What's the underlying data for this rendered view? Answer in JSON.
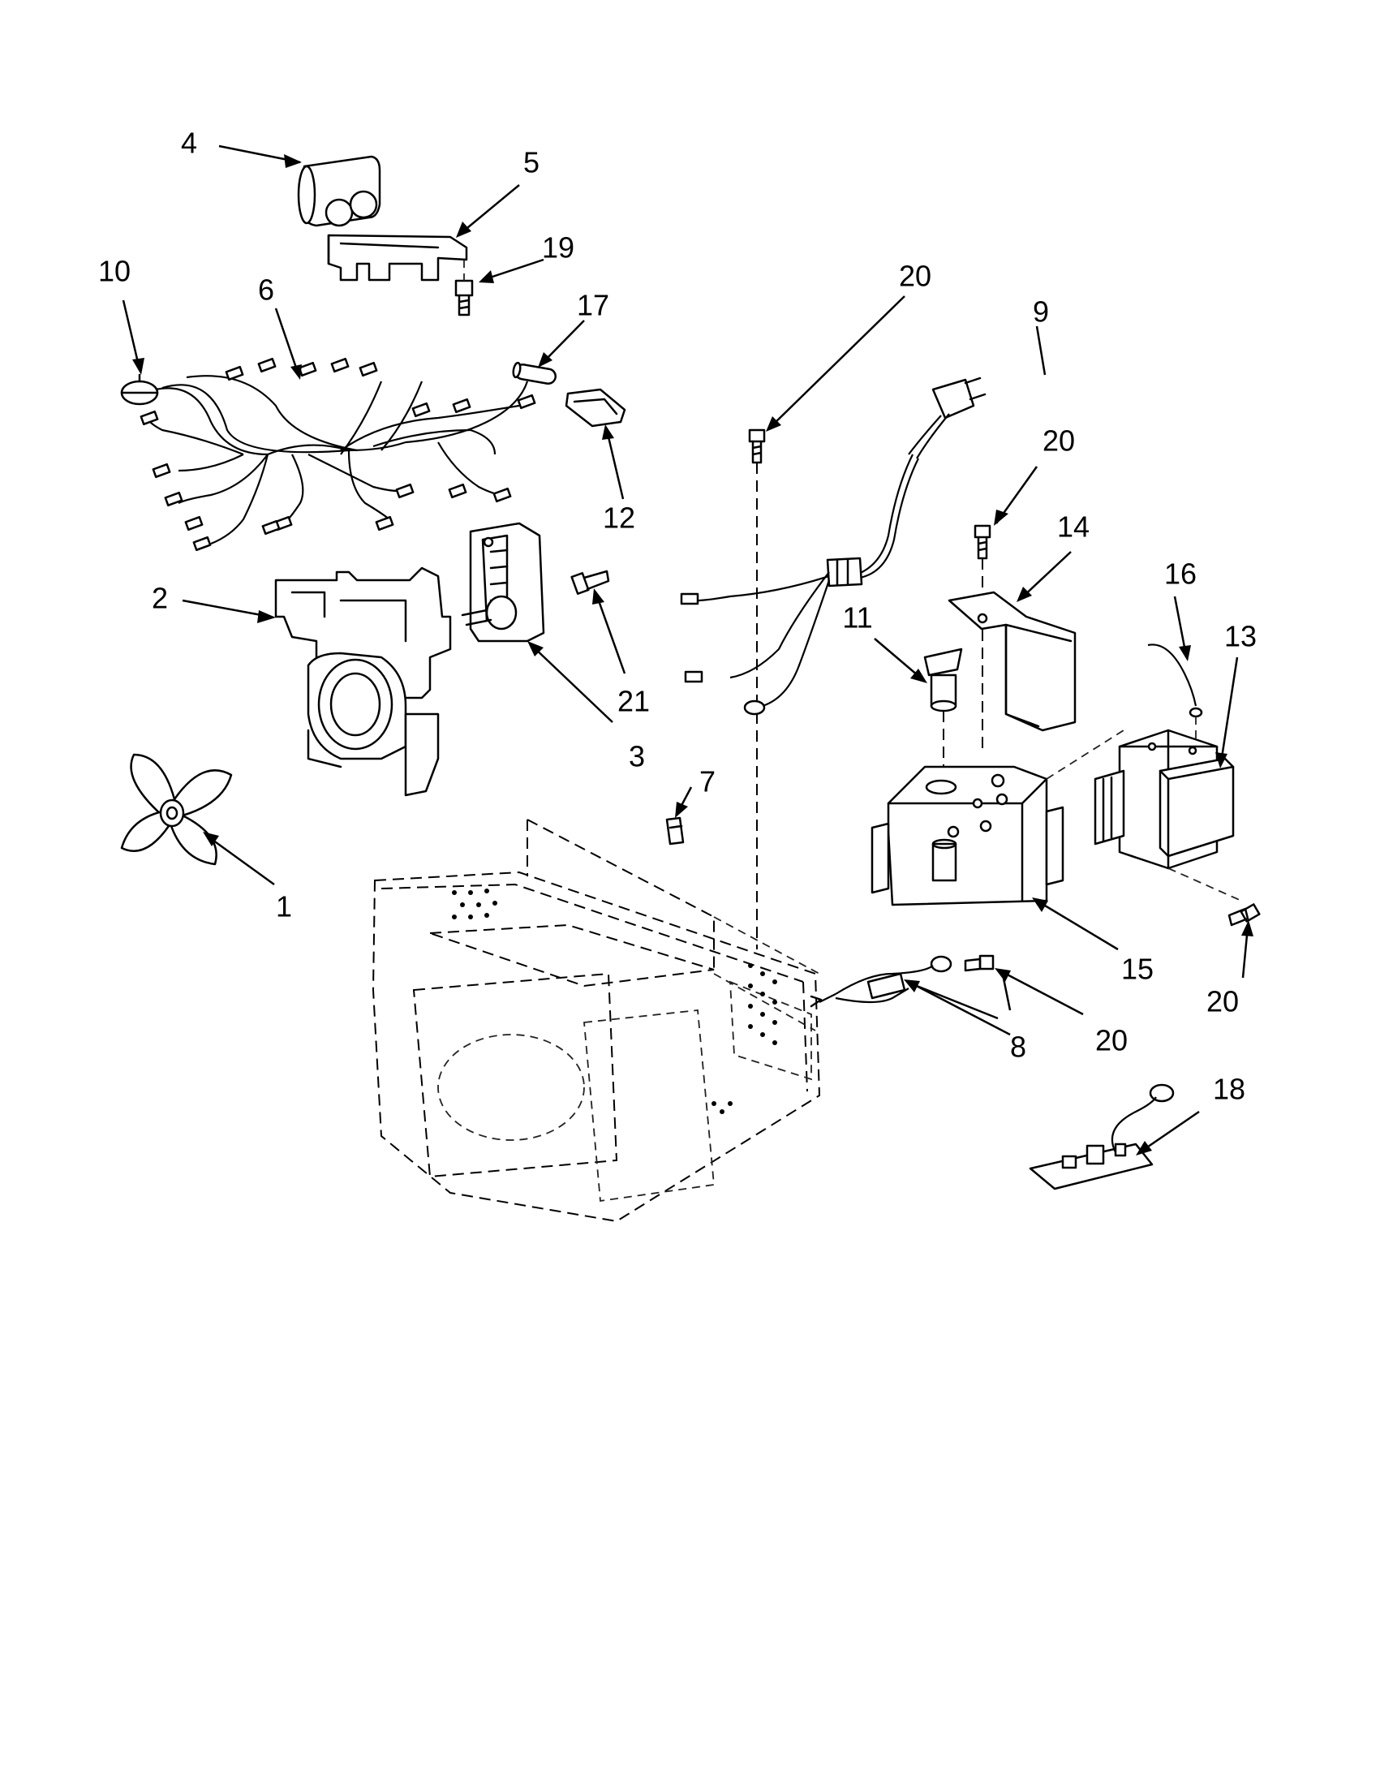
{
  "diagram": {
    "callouts": [
      {
        "id": "c4",
        "text": "4"
      },
      {
        "id": "c5",
        "text": "5"
      },
      {
        "id": "c19",
        "text": "19"
      },
      {
        "id": "c10",
        "text": "10"
      },
      {
        "id": "c6",
        "text": "6"
      },
      {
        "id": "c17",
        "text": "17"
      },
      {
        "id": "c12",
        "text": "12"
      },
      {
        "id": "c20a",
        "text": "20"
      },
      {
        "id": "c9",
        "text": "9"
      },
      {
        "id": "c20b",
        "text": "20"
      },
      {
        "id": "c14",
        "text": "14"
      },
      {
        "id": "c16",
        "text": "16"
      },
      {
        "id": "c13",
        "text": "13"
      },
      {
        "id": "c11",
        "text": "11"
      },
      {
        "id": "c2",
        "text": "2"
      },
      {
        "id": "c21",
        "text": "21"
      },
      {
        "id": "c3",
        "text": "3"
      },
      {
        "id": "c7",
        "text": "7"
      },
      {
        "id": "c1",
        "text": "1"
      },
      {
        "id": "c15",
        "text": "15"
      },
      {
        "id": "c20c",
        "text": "20"
      },
      {
        "id": "c8",
        "text": "8"
      },
      {
        "id": "c20d",
        "text": "20"
      },
      {
        "id": "c18",
        "text": "18"
      }
    ]
  }
}
